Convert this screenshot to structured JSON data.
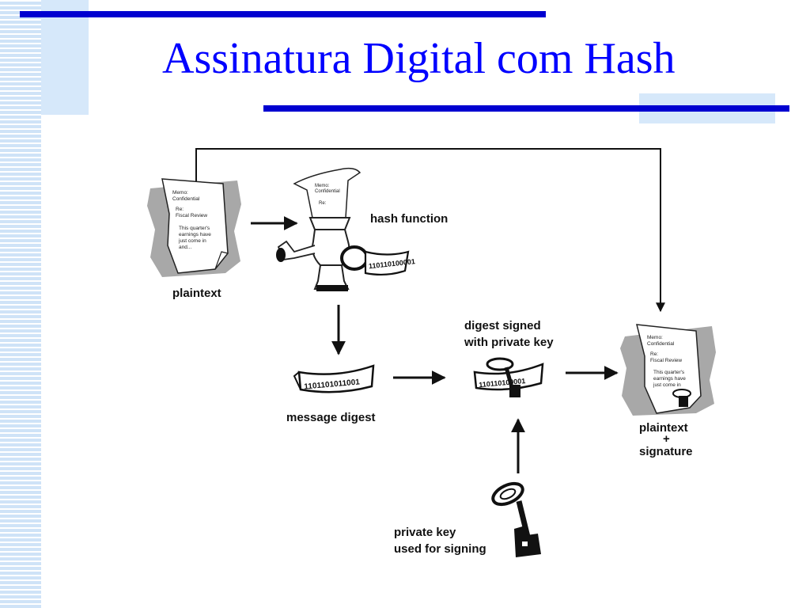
{
  "slide": {
    "title": "Assinatura Digital com Hash"
  },
  "diagram": {
    "labels": {
      "plaintext": "plaintext",
      "hash_function": "hash function",
      "message_digest": "message digest",
      "digest_signed_line1": "digest signed",
      "digest_signed_line2": "with private key",
      "plaintext_signature_line1": "plaintext",
      "plaintext_signature_plus": "+",
      "plaintext_signature_line2": "signature",
      "private_key_line1": "private key",
      "private_key_line2": "used for signing"
    },
    "document_text": {
      "memo": "Memo:",
      "confidential": "Confidential",
      "re": "Re:",
      "fiscal_review": "Fiscal Review",
      "body1": "This quarter's",
      "body2": "earnings have",
      "body3": "just come in",
      "body4": "and..."
    },
    "digest_bits": "1101101011001",
    "digest_bits_short": "110110100001",
    "icons": [
      "document-icon",
      "hash-grinder-icon",
      "digest-ribbon-icon",
      "signed-digest-icon",
      "signed-document-icon",
      "private-key-icon"
    ]
  },
  "colors": {
    "title": "#0000ff",
    "bars": "#0000d0",
    "accent_light": "#d6e8fa"
  }
}
